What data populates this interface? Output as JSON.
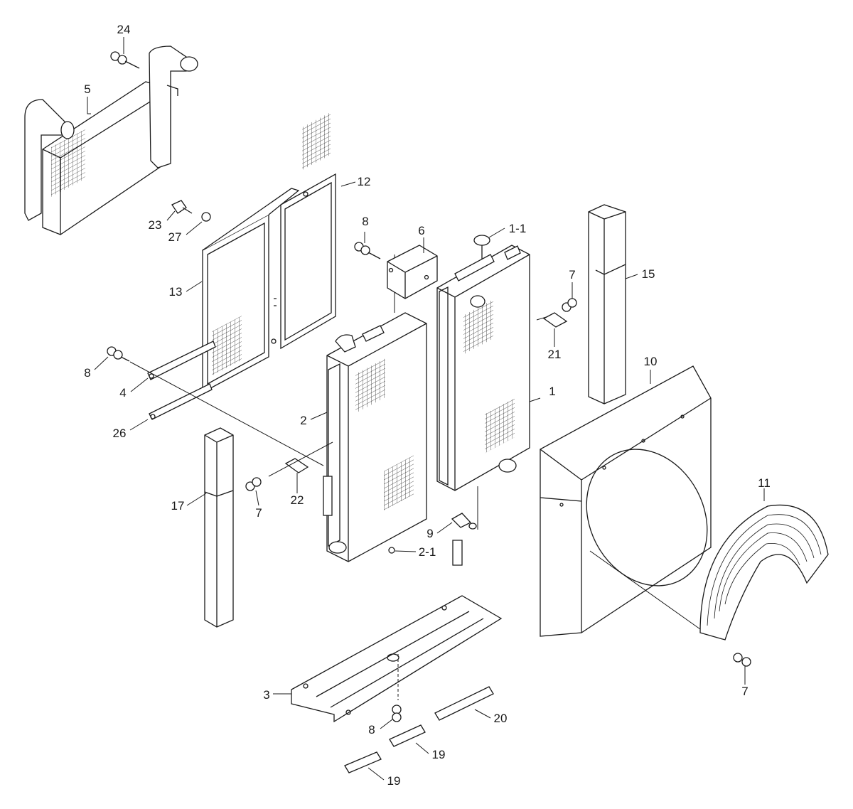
{
  "callouts": [
    {
      "id": "c24",
      "text": "24"
    },
    {
      "id": "c5",
      "text": "5"
    },
    {
      "id": "c12",
      "text": "12"
    },
    {
      "id": "c23",
      "text": "23"
    },
    {
      "id": "c27",
      "text": "27"
    },
    {
      "id": "c8a",
      "text": "8"
    },
    {
      "id": "c6",
      "text": "6"
    },
    {
      "id": "c1-1",
      "text": "1-1"
    },
    {
      "id": "c7a",
      "text": "7"
    },
    {
      "id": "c15",
      "text": "15"
    },
    {
      "id": "c13",
      "text": "13"
    },
    {
      "id": "c21",
      "text": "21"
    },
    {
      "id": "c8b",
      "text": "8"
    },
    {
      "id": "c4",
      "text": "4"
    },
    {
      "id": "c10",
      "text": "10"
    },
    {
      "id": "c1",
      "text": "1"
    },
    {
      "id": "c2",
      "text": "2"
    },
    {
      "id": "c26",
      "text": "26"
    },
    {
      "id": "c17",
      "text": "17"
    },
    {
      "id": "c22",
      "text": "22"
    },
    {
      "id": "c7b",
      "text": "7"
    },
    {
      "id": "c11",
      "text": "11"
    },
    {
      "id": "c9",
      "text": "9"
    },
    {
      "id": "c2-1",
      "text": "2-1"
    },
    {
      "id": "c3",
      "text": "3"
    },
    {
      "id": "c7c",
      "text": "7"
    },
    {
      "id": "c8c",
      "text": "8"
    },
    {
      "id": "c20",
      "text": "20"
    },
    {
      "id": "c19a",
      "text": "19"
    },
    {
      "id": "c19b",
      "text": "19"
    }
  ]
}
